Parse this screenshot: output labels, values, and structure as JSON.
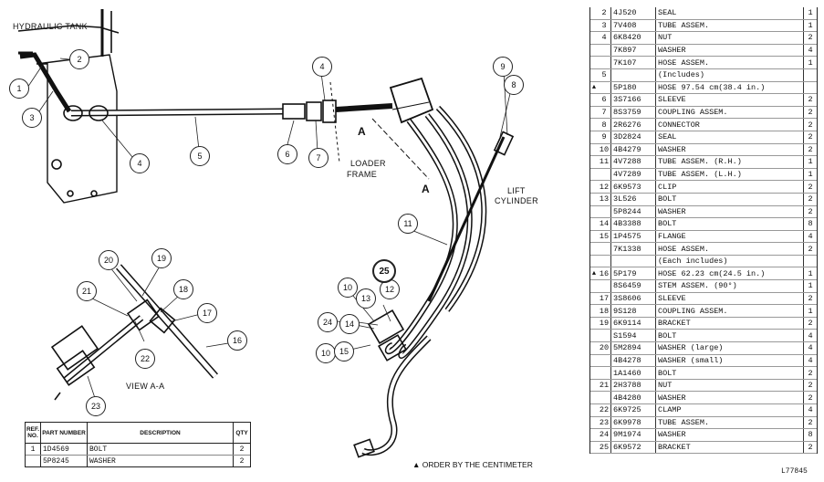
{
  "labels": {
    "hydraulic_tank": "HYDRAULIC TANK",
    "loader_frame_1": "LOADER",
    "loader_frame_2": "FRAME",
    "lift_cylinder_1": "LIFT",
    "lift_cylinder_2": "CYLINDER",
    "view_aa": "VIEW A-A",
    "section_a_top": "A",
    "section_a_bottom": "A"
  },
  "callouts": [
    "1",
    "2",
    "3",
    "4",
    "4",
    "5",
    "6",
    "7",
    "8",
    "9",
    "10",
    "10",
    "11",
    "12",
    "13",
    "14",
    "15",
    "16",
    "17",
    "18",
    "19",
    "20",
    "21",
    "22",
    "23",
    "24",
    "25"
  ],
  "parts_list": [
    {
      "mark": "",
      "ref": "2",
      "pn": "4J520",
      "desc": "SEAL",
      "qty": "1"
    },
    {
      "mark": "",
      "ref": "3",
      "pn": "7V408",
      "desc": "TUBE ASSEM.",
      "qty": "1"
    },
    {
      "mark": "",
      "ref": "4",
      "pn": "6K8420",
      "desc": "NUT",
      "qty": "2"
    },
    {
      "mark": "",
      "ref": "",
      "pn": "7K897",
      "desc": "WASHER",
      "qty": "4"
    },
    {
      "mark": "",
      "ref": "",
      "pn": "7K107",
      "desc": "HOSE ASSEM.",
      "qty": "1"
    },
    {
      "mark": "",
      "ref": "5",
      "pn": "",
      "desc": "(Includes)",
      "qty": ""
    },
    {
      "mark": "▲",
      "ref": "",
      "pn": "5P180",
      "desc": "HOSE 97.54 cm(38.4 in.)",
      "qty": ""
    },
    {
      "mark": "",
      "ref": "6",
      "pn": "3S7166",
      "desc": "SLEEVE",
      "qty": "2"
    },
    {
      "mark": "",
      "ref": "7",
      "pn": "8S3759",
      "desc": "COUPLING ASSEM.",
      "qty": "2"
    },
    {
      "mark": "",
      "ref": "8",
      "pn": "2R6276",
      "desc": "CONNECTOR",
      "qty": "2"
    },
    {
      "mark": "",
      "ref": "9",
      "pn": "3D2824",
      "desc": "SEAL",
      "qty": "2"
    },
    {
      "mark": "",
      "ref": "10",
      "pn": "4B4279",
      "desc": "WASHER",
      "qty": "2"
    },
    {
      "mark": "",
      "ref": "11",
      "pn": "4V7288",
      "desc": "TUBE ASSEM. (R.H.)",
      "qty": "1"
    },
    {
      "mark": "",
      "ref": "",
      "pn": "4V7289",
      "desc": "TUBE ASSEM. (L.H.)",
      "qty": "1"
    },
    {
      "mark": "",
      "ref": "12",
      "pn": "6K9573",
      "desc": "CLIP",
      "qty": "2"
    },
    {
      "mark": "",
      "ref": "13",
      "pn": "3L526",
      "desc": "BOLT",
      "qty": "2"
    },
    {
      "mark": "",
      "ref": "",
      "pn": "5P8244",
      "desc": "WASHER",
      "qty": "2"
    },
    {
      "mark": "",
      "ref": "14",
      "pn": "4B3388",
      "desc": "BOLT",
      "qty": "8"
    },
    {
      "mark": "",
      "ref": "15",
      "pn": "1P4575",
      "desc": "FLANGE",
      "qty": "4"
    },
    {
      "mark": "",
      "ref": "",
      "pn": "7K1338",
      "desc": "HOSE ASSEM.",
      "qty": "2"
    },
    {
      "mark": "",
      "ref": "",
      "pn": "",
      "desc": "(Each includes)",
      "qty": ""
    },
    {
      "mark": "▲",
      "ref": "16",
      "pn": "5P179",
      "desc": "HOSE 62.23 cm(24.5 in.)",
      "qty": "1"
    },
    {
      "mark": "",
      "ref": "",
      "pn": "8S6459",
      "desc": "STEM ASSEM. (90°)",
      "qty": "1"
    },
    {
      "mark": "",
      "ref": "17",
      "pn": "3S8606",
      "desc": "SLEEVE",
      "qty": "2"
    },
    {
      "mark": "",
      "ref": "18",
      "pn": "9S128",
      "desc": "COUPLING ASSEM.",
      "qty": "1"
    },
    {
      "mark": "",
      "ref": "19",
      "pn": "6K9114",
      "desc": "BRACKET",
      "qty": "2"
    },
    {
      "mark": "",
      "ref": "",
      "pn": "S1594",
      "desc": "BOLT",
      "qty": "4"
    },
    {
      "mark": "",
      "ref": "20",
      "pn": "5M2894",
      "desc": "WASHER (large)",
      "qty": "4"
    },
    {
      "mark": "",
      "ref": "",
      "pn": "4B4278",
      "desc": "WASHER (small)",
      "qty": "4"
    },
    {
      "mark": "",
      "ref": "",
      "pn": "1A1460",
      "desc": "BOLT",
      "qty": "2"
    },
    {
      "mark": "",
      "ref": "21",
      "pn": "2H3788",
      "desc": "NUT",
      "qty": "2"
    },
    {
      "mark": "",
      "ref": "",
      "pn": "4B4280",
      "desc": "WASHER",
      "qty": "2"
    },
    {
      "mark": "",
      "ref": "22",
      "pn": "6K9725",
      "desc": "CLAMP",
      "qty": "4"
    },
    {
      "mark": "",
      "ref": "23",
      "pn": "6K9978",
      "desc": "TUBE ASSEM.",
      "qty": "2"
    },
    {
      "mark": "",
      "ref": "24",
      "pn": "9M1974",
      "desc": "WASHER",
      "qty": "8"
    },
    {
      "mark": "",
      "ref": "25",
      "pn": "6K9572",
      "desc": "BRACKET",
      "qty": "2"
    }
  ],
  "small_table": {
    "headers": {
      "ref": "REF. NO.",
      "part": "PART NUMBER",
      "desc": "DESCRIPTION",
      "qty": "QTY"
    },
    "rows": [
      {
        "ref": "1",
        "pn": "1D4569",
        "desc": "BOLT",
        "qty": "2"
      },
      {
        "ref": "",
        "pn": "5P8245",
        "desc": "WASHER",
        "qty": "2"
      }
    ]
  },
  "footnote": "▲ ORDER BY THE CENTIMETER",
  "figure_number": "L77845"
}
